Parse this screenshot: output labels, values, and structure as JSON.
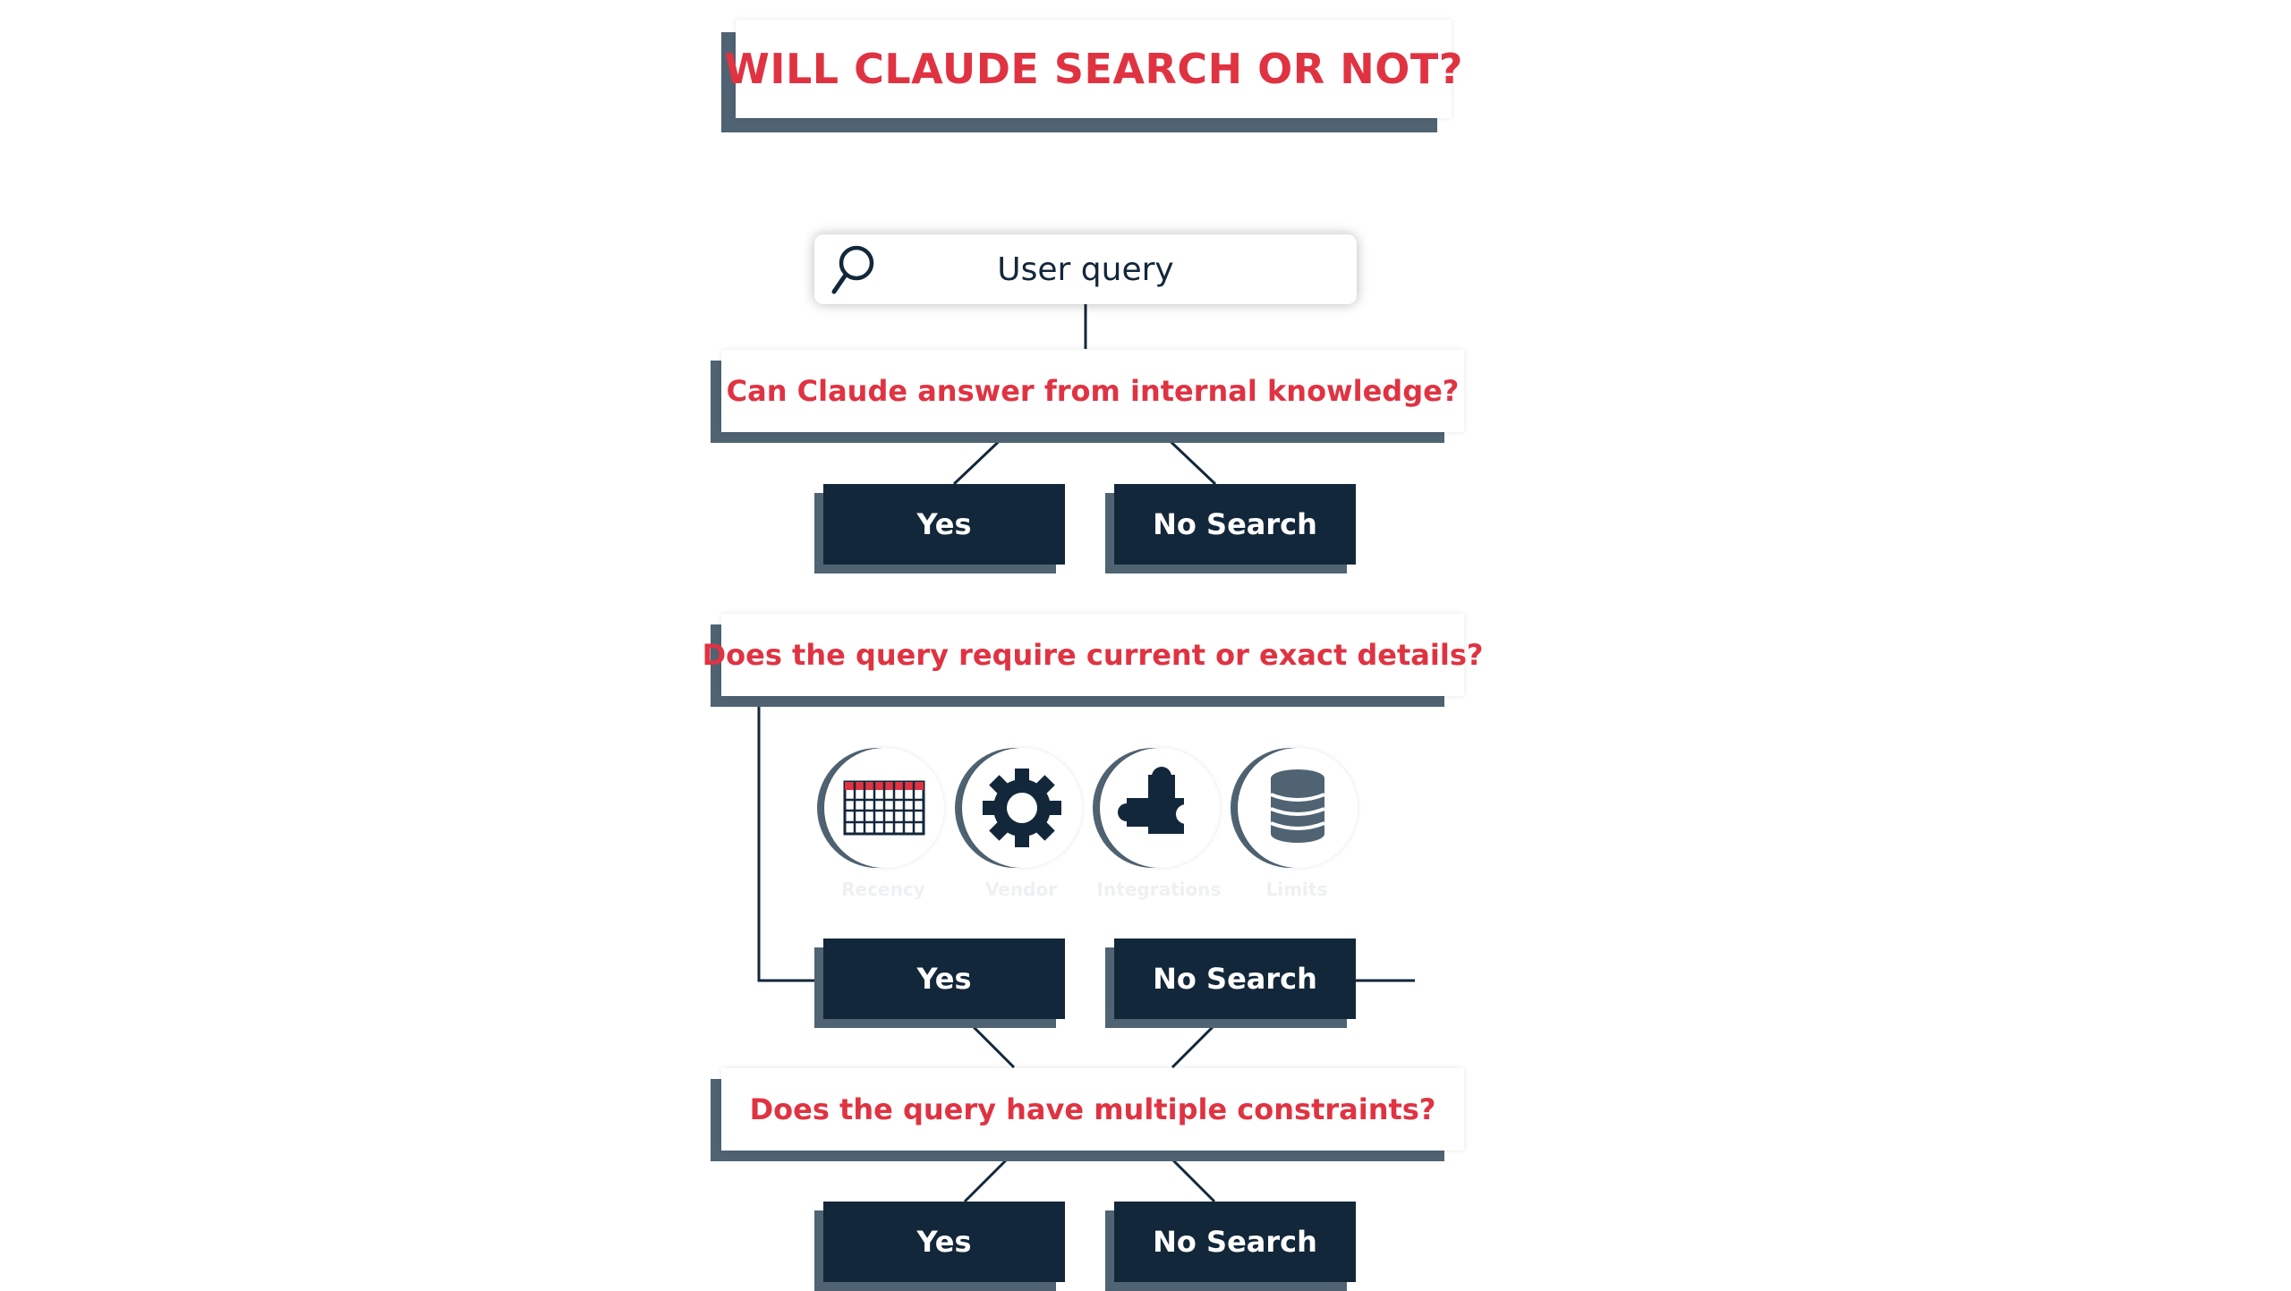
{
  "title": "WILL CLAUDE SEARCH OR NOT?",
  "search": {
    "text": "User query",
    "icon": "magnifier-icon"
  },
  "questions": [
    "Can Claude answer from internal knowledge?",
    "Does the query require current or exact details?",
    "Does the query have multiple constraints?"
  ],
  "buttons": {
    "row1": {
      "yes": "Yes",
      "no": "No Search"
    },
    "row2": {
      "yes": "Yes",
      "no": "No Search"
    },
    "row3": {
      "yes": "Yes",
      "no": "No Search"
    }
  },
  "icons": [
    {
      "name": "calendar-icon",
      "label": "Recency"
    },
    {
      "name": "gear-icon",
      "label": "Vendor"
    },
    {
      "name": "puzzle-icon",
      "label": "Integrations"
    },
    {
      "name": "database-icon",
      "label": "Limits"
    }
  ],
  "colors": {
    "accent_red": "#e03342",
    "navy": "#13273a",
    "slate": "#4f6373",
    "line": "#13273a"
  }
}
